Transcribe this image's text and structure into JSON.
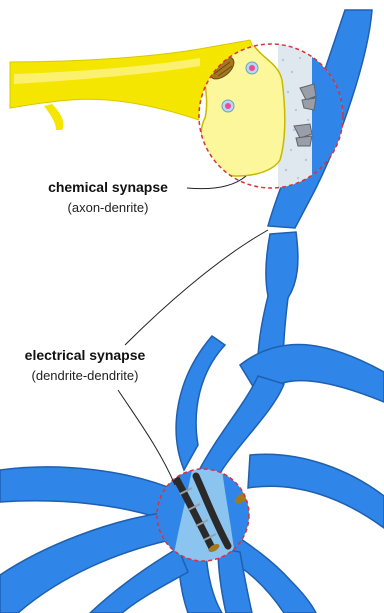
{
  "labels": {
    "chemical_title": "chemical synapse",
    "chemical_sub": "(axon-denrite)",
    "electrical_title": "electrical synapse",
    "electrical_sub": "(dendrite-dendrite)"
  },
  "colors": {
    "axon": "#f5e600",
    "axon_light": "#fbf79a",
    "dendrite": "#2f86e8",
    "dendrite_dark": "#1e5fb0",
    "dendrite_light": "#8cc4f0",
    "zoom_outline": "#d8323a",
    "vesicle": "#f04a93",
    "mitochondria": "#a4781e",
    "junction": "#2a2a2a",
    "receptor": "#9a9ea8"
  }
}
